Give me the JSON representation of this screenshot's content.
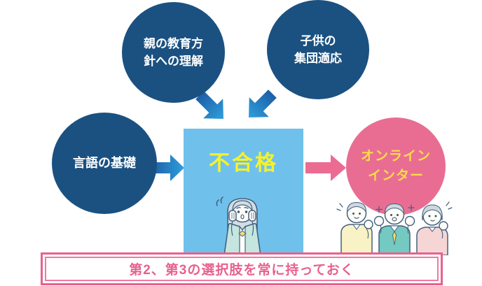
{
  "factors": {
    "parents": {
      "lines": [
        "親の教育方",
        "針への理解"
      ]
    },
    "child_group": {
      "lines": [
        "子供の",
        "集団適応"
      ]
    },
    "language": {
      "lines": [
        "言語の基礎"
      ]
    }
  },
  "result_box": {
    "label": "不合格"
  },
  "outcome_circle": {
    "lines": [
      "オンライン",
      "インター"
    ]
  },
  "banner": {
    "text": "第2、第3の選択肢を常に持っておく"
  },
  "icons": {
    "blue_right_arrow": "right-arrow",
    "pink_right_arrow": "right-arrow",
    "down_right_arrow": "down-right-arrow",
    "down_left_arrow": "down-left-arrow"
  },
  "illustrations": {
    "worried_woman": "worried-woman",
    "cheering_family": "cheering-family"
  },
  "colors": {
    "background": "#ffffff",
    "navy_circle": "#1a5181",
    "square_blue": "#6fc1ec",
    "failure_yellow": "#f5f22d",
    "outcome_pink": "#e96d92",
    "outcome_text_yellow": "#fbdc4b",
    "arrow_blue_dark": "#1d5fa6",
    "arrow_blue_light": "#2f9fdd",
    "arrow_pink": "#ec6b93",
    "banner_pink": "#e8618d",
    "banner_pink_inner": "#ef7aa2"
  }
}
